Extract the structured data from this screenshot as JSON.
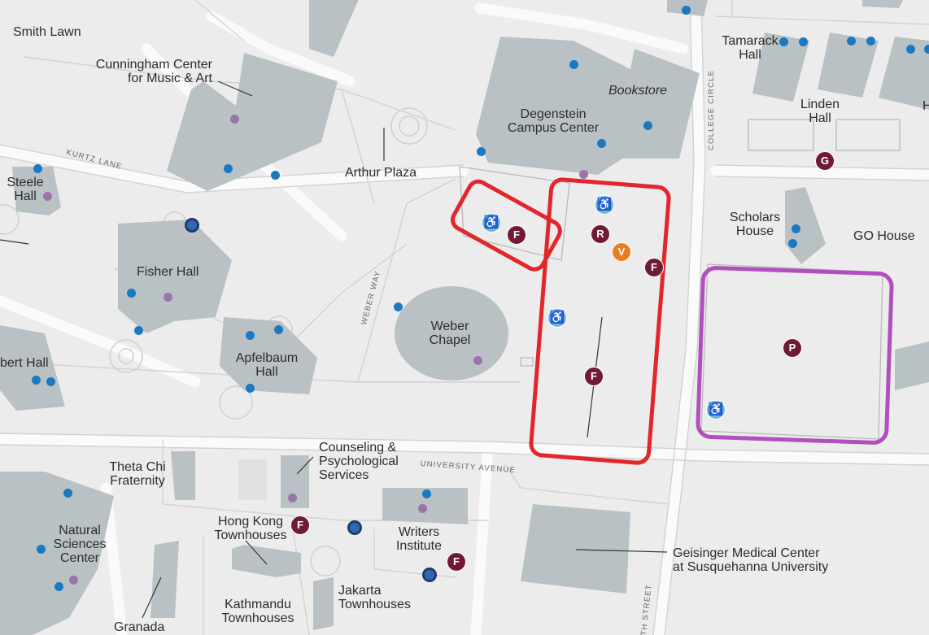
{
  "labels": {
    "smith_lawn": "Smith Lawn",
    "cunningham_1": "Cunningham Center",
    "cunningham_2": "for Music & Art",
    "steele_1": "Steele",
    "steele_2": "Hall",
    "fisher": "Fisher Hall",
    "arthur_plaza": "Arthur Plaza",
    "degenstein_1": "Degenstein",
    "degenstein_2": "Campus Center",
    "bookstore": "Bookstore",
    "tamarack_1": "Tamarack",
    "tamarack_2": "Hall",
    "linden_1": "Linden",
    "linden_2": "Hall",
    "h_partial": "H",
    "scholars_1": "Scholars",
    "scholars_2": "House",
    "go_house": "GO House",
    "weber_1": "Weber",
    "weber_2": "Chapel",
    "apfelbaum_1": "Apfelbaum",
    "apfelbaum_2": "Hall",
    "bert_hall": "bert Hall",
    "theta_1": "Theta Chi",
    "theta_2": "Fraternity",
    "counseling_1": "Counseling &",
    "counseling_2": "Psychological",
    "counseling_3": "Services",
    "natural_1": "Natural",
    "natural_2": "Sciences",
    "natural_3": "Center",
    "hongkong_1": "Hong Kong",
    "hongkong_2": "Townhouses",
    "writers_1": "Writers",
    "writers_2": "Institute",
    "geisinger_1": "Geisinger Medical Center",
    "geisinger_2": "at Susquehanna University",
    "jakarta_1": "Jakarta",
    "jakarta_2": "Townhouses",
    "kathmandu_1": "Kathmandu",
    "kathmandu_2": "Townhouses",
    "granada": "Granada"
  },
  "streets": {
    "kurtz_lane": "KURTZ LANE",
    "college_circle": "COLLEGE CIRCLE",
    "weber_way": "WEBER WAY",
    "university_avenue": "UNIVERSITY AVENUE",
    "th_street": "TH STREET"
  },
  "badges": {
    "f": "F",
    "r": "R",
    "v": "V",
    "g": "G",
    "p": "P"
  },
  "icons": {
    "accessible": "accessible-parking-icon",
    "accessible_glyph": "♿"
  },
  "colors": {
    "background": "#ececec",
    "building": "#b9c1c5",
    "road_outline": "#d6d6d6",
    "highlight_red": "#e3262b",
    "highlight_purple": "#b24fbe",
    "badge_maroon": "#701b33",
    "badge_orange": "#e87d20",
    "accessible_blue": "#6db6e0",
    "dot_blue": "#1a79c1",
    "dot_purple": "#9a73a8"
  }
}
